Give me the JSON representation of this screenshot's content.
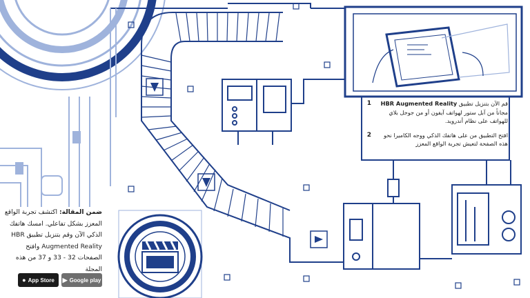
{
  "left_caption": {
    "lead": "ضمن المقالة:",
    "body": "اكتشف تجربة الواقع المعزز بشكل تفاعلي. امسك هاتفك الذكي الآن وقم بتنزيل تطبيق HBR Augmented Reality وافتح الصفحات 32 - 33 و 37 من هذه المجلة"
  },
  "badges": {
    "app_store": "App Store",
    "google_play": "Google play"
  },
  "steps": [
    {
      "number": "1",
      "text_before": "قم الآن بتنزيل تطبيق",
      "app_name": "HBR Augmented Reality",
      "text_after": "مجاناً من آبل ستور لهواتف آيفون أو من جوجل بلاي للهواتف على نظام أندرويد."
    },
    {
      "number": "2",
      "text_before": "افتح التطبيق من على هاتفك الذكي ووجه الكاميرا نحو هذه الصفحة لتعيش تجربة الواقع المعزز",
      "app_name": "",
      "text_after": ""
    }
  ],
  "colors": {
    "blueprint": "#1f3f8a",
    "blueprint_light": "#9fb3dc",
    "text": "#1d1d1d"
  },
  "icons": [
    "apple-icon",
    "google-play-icon",
    "warning-triangle-icon",
    "clapperboard-icon"
  ]
}
